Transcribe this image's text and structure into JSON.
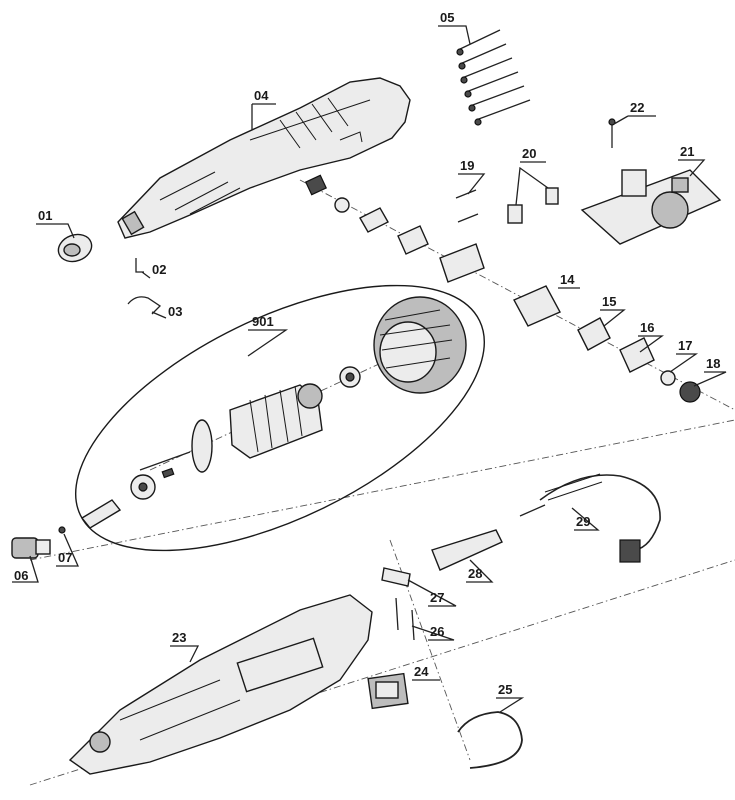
{
  "labels": {
    "p01": "01",
    "p02": "02",
    "p03": "03",
    "p04": "04",
    "p05": "05",
    "p06": "06",
    "p07": "07",
    "p14": "14",
    "p15": "15",
    "p16": "16",
    "p17": "17",
    "p18": "18",
    "p19": "19",
    "p20": "20",
    "p21": "21",
    "p22": "22",
    "p23": "23",
    "p24": "24",
    "p25": "25",
    "p26": "26",
    "p27": "27",
    "p28": "28",
    "p29": "29",
    "p901": "901"
  }
}
